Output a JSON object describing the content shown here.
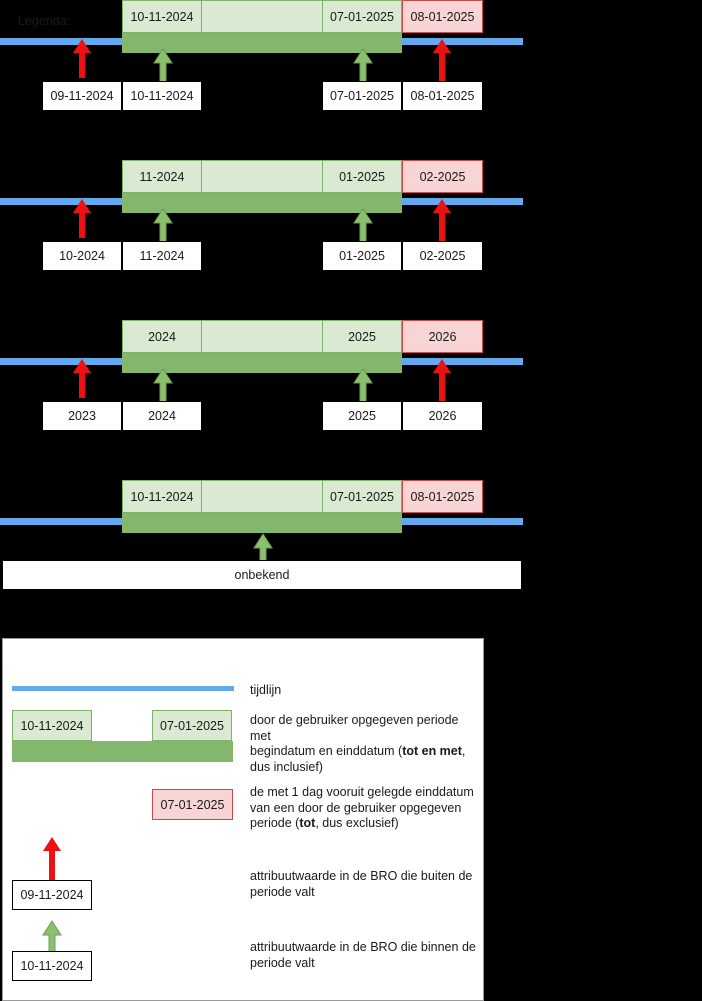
{
  "diagram": {
    "title_colors": {
      "timeline_blue": "#62a9ee",
      "period_light_green": "#d9e9d2",
      "period_border_green": "#7eb26b",
      "band_green": "#83b86c",
      "exclusive_pink": "#f8d4d4",
      "exclusive_border_red": "#c94a4a",
      "arrow_outside_red": "#ee1111",
      "arrow_inside_green": "#8cbf6e"
    },
    "rows": [
      {
        "id": "row-dates",
        "cells": [
          {
            "text": "10-11-2024",
            "kind": "green"
          },
          {
            "text": "",
            "kind": "green"
          },
          {
            "text": "07-01-2025",
            "kind": "green"
          },
          {
            "text": "08-01-2025",
            "kind": "pink"
          }
        ],
        "labels": [
          {
            "text": "09-11-2024",
            "arrow": "red"
          },
          {
            "text": "10-11-2024",
            "arrow": "green"
          },
          {
            "text": "07-01-2025",
            "arrow": "green"
          },
          {
            "text": "08-01-2025",
            "arrow": "red"
          }
        ]
      },
      {
        "id": "row-months",
        "cells": [
          {
            "text": "11-2024",
            "kind": "green"
          },
          {
            "text": "",
            "kind": "green"
          },
          {
            "text": "01-2025",
            "kind": "green"
          },
          {
            "text": "02-2025",
            "kind": "pink"
          }
        ],
        "labels": [
          {
            "text": "10-2024",
            "arrow": "red"
          },
          {
            "text": "11-2024",
            "arrow": "green"
          },
          {
            "text": "01-2025",
            "arrow": "green"
          },
          {
            "text": "02-2025",
            "arrow": "red"
          }
        ]
      },
      {
        "id": "row-years",
        "cells": [
          {
            "text": "2024",
            "kind": "green"
          },
          {
            "text": "",
            "kind": "green"
          },
          {
            "text": "2025",
            "kind": "green"
          },
          {
            "text": "2026",
            "kind": "pink"
          }
        ],
        "labels": [
          {
            "text": "2023",
            "arrow": "red"
          },
          {
            "text": "2024",
            "arrow": "green"
          },
          {
            "text": "2025",
            "arrow": "green"
          },
          {
            "text": "2026",
            "arrow": "red"
          }
        ]
      },
      {
        "id": "row-unknown",
        "cells": [
          {
            "text": "10-11-2024",
            "kind": "green"
          },
          {
            "text": "",
            "kind": "green"
          },
          {
            "text": "07-01-2025",
            "kind": "green"
          },
          {
            "text": "08-01-2025",
            "kind": "pink"
          }
        ],
        "wide_label": {
          "text": "onbekend",
          "arrow": "green"
        }
      }
    ]
  },
  "legend": {
    "title": "Legenda:",
    "timeline_label": "tijdlijn",
    "period": {
      "start_value": "10-11-2024",
      "end_value": "07-01-2025",
      "text_part1": "door de gebruiker opgegeven periode met",
      "text_part2a": "begindatum en einddatum (",
      "text_part2b": "tot en met",
      "text_part2c": ",",
      "text_part3": "dus inclusief)"
    },
    "exclusive": {
      "value": "07-01-2025",
      "text_part1": "de met 1 dag vooruit gelegde einddatum",
      "text_part2": "van een door de gebruiker opgegeven",
      "text_part3a": "periode (",
      "text_part3b": "tot",
      "text_part3c": ", dus exclusief)"
    },
    "outside": {
      "value": "09-11-2024",
      "text_part1": "attribuutwaarde in de BRO die buiten de",
      "text_part2": "periode valt"
    },
    "inside": {
      "value": "10-11-2024",
      "text_part1": "attribuutwaarde in de BRO die binnen de",
      "text_part2": "periode valt"
    }
  }
}
